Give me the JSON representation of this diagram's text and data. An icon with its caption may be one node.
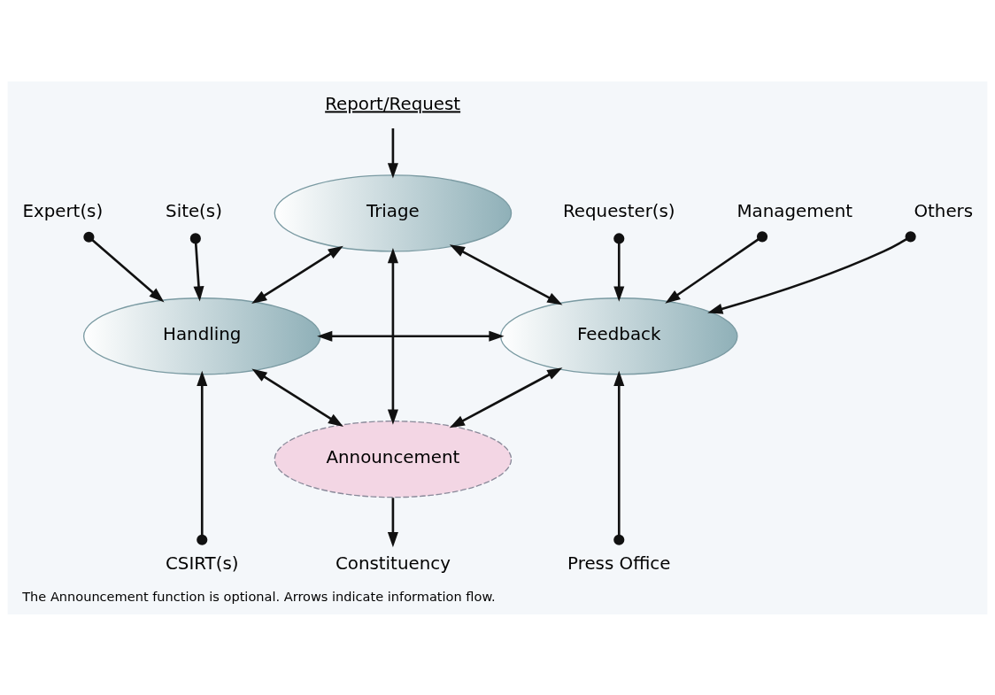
{
  "diagram": {
    "caption": "The Announcement function is optional. Arrows indicate information flow.",
    "nodes": [
      {
        "text": [
          "Report/Request"
        ]
      },
      {
        "text": [
          "Triage"
        ]
      },
      {
        "text": [
          "Handling"
        ]
      },
      {
        "text": [
          "Feedback"
        ]
      },
      {
        "text": [
          "Announcement"
        ]
      },
      {
        "text": [
          "Constituency"
        ]
      },
      {
        "text": [
          "Expert(s)"
        ]
      },
      {
        "text": [
          "CSIRT(s)"
        ]
      },
      {
        "text": [
          "Site(s)"
        ]
      },
      {
        "text": [
          "Requester(s)"
        ]
      },
      {
        "text": [
          "Press Office"
        ]
      },
      {
        "text": [
          "Management"
        ]
      },
      {
        "text": [
          "Others"
        ]
      }
    ],
    "edges": [
      {
        "from": 0,
        "to": 1,
        "arrow": "to"
      },
      {
        "from": 1,
        "to": 2,
        "arrow": "both"
      },
      {
        "from": 1,
        "to": 3,
        "arrow": "both"
      },
      {
        "from": 2,
        "to": 3,
        "arrow": "both"
      },
      {
        "from": 1,
        "to": 4,
        "arrow": "both"
      },
      {
        "from": 2,
        "to": 4,
        "arrow": "both"
      },
      {
        "from": 3,
        "to": 4,
        "arrow": "both"
      },
      {
        "from": 4,
        "to": 5,
        "arrow": "to"
      },
      {
        "from": 6,
        "to": 2,
        "arrow": "to"
      },
      {
        "from": 7,
        "to": 2,
        "arrow": "to"
      },
      {
        "from": 8,
        "to": 2,
        "arrow": "to"
      },
      {
        "from": 9,
        "to": 3,
        "arrow": "to"
      },
      {
        "from": 10,
        "to": 3,
        "arrow": "to"
      },
      {
        "from": 11,
        "to": 3,
        "arrow": "to"
      },
      {
        "from": 12,
        "to": 3,
        "arrow": "to"
      }
    ]
  }
}
